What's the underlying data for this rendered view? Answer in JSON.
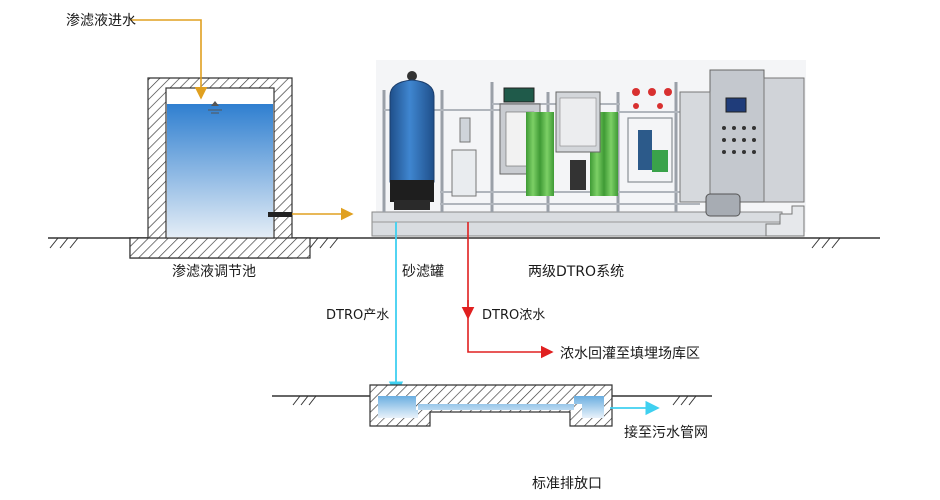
{
  "labels": {
    "inlet": "渗滤液进水",
    "regulating_tank": "渗滤液调节池",
    "sand_filter": "砂滤罐",
    "dtro_system": "两级DTRO系统",
    "permeate": "DTRO产水",
    "concentrate": "DTRO浓水",
    "recirculation": "浓水回灌至填埋场库区",
    "sewer": "接至污水管网",
    "outlet": "标准排放口"
  },
  "colors": {
    "inlet_line": "#e0a020",
    "permeate_line": "#3fd0f0",
    "concentrate_line": "#e02020",
    "water_top": "#2f7fd0",
    "water_bottom": "#dfe9f3",
    "tank_blue": "#2f6fb5",
    "membrane_green": "#5fb84a",
    "frame_gray": "#b8bcc2",
    "ground": "#333333"
  }
}
